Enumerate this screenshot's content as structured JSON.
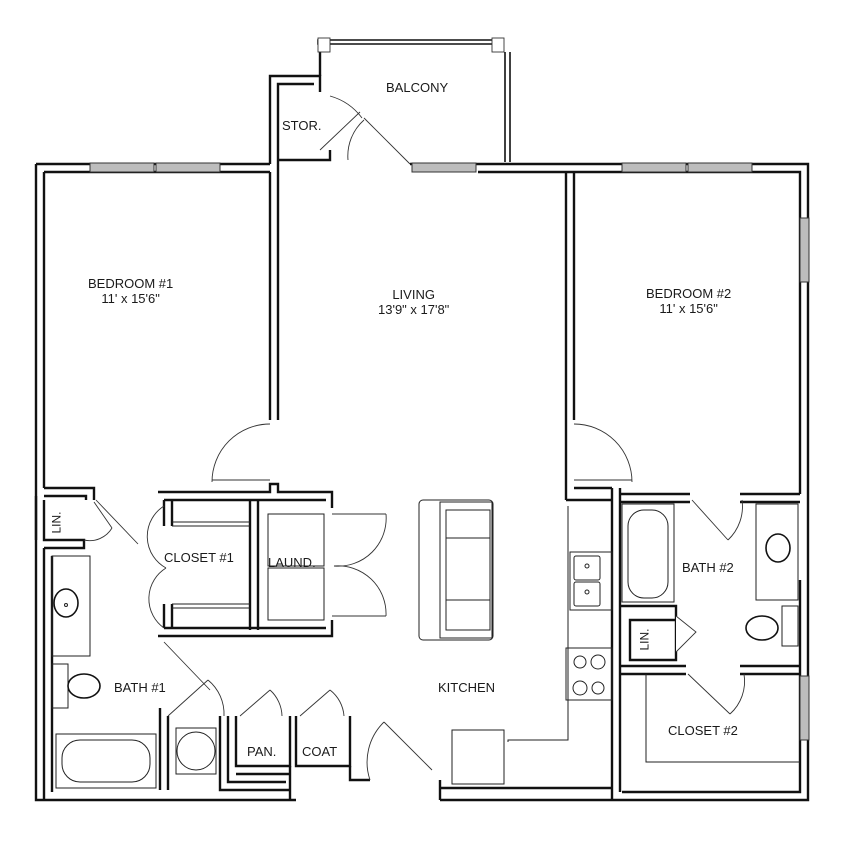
{
  "floorplan": {
    "rooms": [
      {
        "id": "balcony",
        "name": "BALCONY",
        "dimensions": ""
      },
      {
        "id": "storage",
        "name": "STOR.",
        "dimensions": ""
      },
      {
        "id": "bedroom1",
        "name": "BEDROOM #1",
        "dimensions": "11' x 15'6\""
      },
      {
        "id": "living",
        "name": "LIVING",
        "dimensions": "13'9\" x 17'8\""
      },
      {
        "id": "bedroom2",
        "name": "BEDROOM #2",
        "dimensions": "11' x 15'6\""
      },
      {
        "id": "linen1",
        "name": "LIN.",
        "dimensions": ""
      },
      {
        "id": "closet1",
        "name": "CLOSET #1",
        "dimensions": ""
      },
      {
        "id": "laundry",
        "name": "LAUND.",
        "dimensions": ""
      },
      {
        "id": "bath2",
        "name": "BATH #2",
        "dimensions": ""
      },
      {
        "id": "linen2",
        "name": "LIN.",
        "dimensions": ""
      },
      {
        "id": "bath1",
        "name": "BATH #1",
        "dimensions": ""
      },
      {
        "id": "kitchen",
        "name": "KITCHEN",
        "dimensions": ""
      },
      {
        "id": "pantry",
        "name": "PAN.",
        "dimensions": ""
      },
      {
        "id": "coat",
        "name": "COAT",
        "dimensions": ""
      },
      {
        "id": "closet2",
        "name": "CLOSET #2",
        "dimensions": ""
      }
    ],
    "fixtures": [
      "window-icon",
      "door-swing-icon",
      "bathtub-icon",
      "toilet-icon",
      "sink-icon",
      "double-sink-icon",
      "stove-icon",
      "island-icon",
      "washer-dryer-icon",
      "water-heater-icon",
      "refrigerator-icon"
    ],
    "colors": {
      "wall": "#111111",
      "window": "#bdbdbd",
      "background": "#ffffff"
    }
  }
}
